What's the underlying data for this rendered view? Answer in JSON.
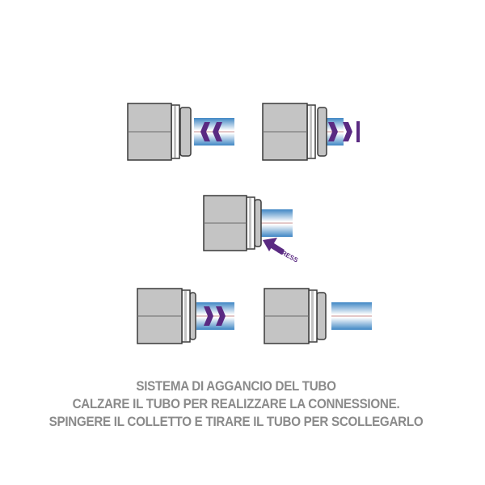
{
  "caption": {
    "line1": "SISTEMA DI AGGANCIO DEL TUBO",
    "line2": "CALZARE IL TUBO PER REALIZZARE LA CONNESSIONE.",
    "line3": "SPINGERE IL COLLETTO E TIRARE IL TUBO PER SCOLLEGARLO"
  },
  "press_label": "PRESS",
  "colors": {
    "body": "#c4c4c4",
    "outline": "#3a3a3a",
    "tube": "#4a90c8",
    "arrow": "#5a2a82",
    "text": "#8a8a8a"
  },
  "steps": [
    {
      "name": "insert-tube",
      "arrow": "left"
    },
    {
      "name": "pull-check",
      "arrow": "right-stop"
    },
    {
      "name": "press-collet",
      "arrow": "press"
    },
    {
      "name": "pull-tube",
      "arrow": "right"
    },
    {
      "name": "released",
      "arrow": "none"
    }
  ]
}
